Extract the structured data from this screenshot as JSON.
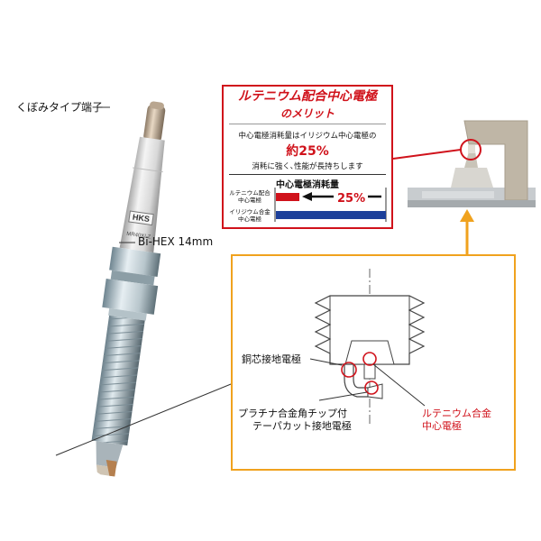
{
  "labels": {
    "terminal": "くぼみタイプ端子",
    "hex": "Bi-HEX 14mm",
    "brand": "HKS",
    "model": "MR40XLZ",
    "copper_ground": "銅芯接地電極",
    "platinum_tip_line1": "プラチナ合金角チップ付",
    "platinum_tip_line2": "テーパカット接地電極",
    "ruthenium_line1": "ルテニウム合金",
    "ruthenium_line2": "中心電極"
  },
  "callout": {
    "title": "ルテニウム配合中心電極",
    "subtitle": "のメリット",
    "line1": "中心電極消耗量はイリジウム中心電極の",
    "percent": "約25%",
    "line2": "消耗に強く､性能が長持ちします",
    "bar_title": "中心電極消耗量",
    "bar_ruthenium_label_1": "ルテニウム配合",
    "bar_ruthenium_label_2": "中心電極",
    "bar_iridium_label_1": "イリジウム合金",
    "bar_iridium_label_2": "中心電極",
    "bar_percent": "25%"
  },
  "colors": {
    "accent_red": "#d0121b",
    "accent_orange": "#f0a21e",
    "iridium_blue": "#1c3f9a"
  }
}
